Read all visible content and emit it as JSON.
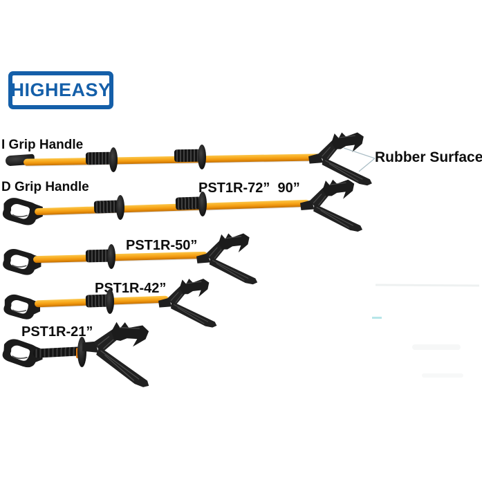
{
  "logo": {
    "text": "HIGHEASY",
    "color": "#145fa9"
  },
  "annotations": {
    "i_grip": "I Grip Handle",
    "d_grip": "D Grip Handle",
    "rubber_surface": "Rubber Surface"
  },
  "models": {
    "s72": "PST1R-72”  90”",
    "s50": "PST1R-50”",
    "s42": "PST1R-42”",
    "s21": "PST1R-21”"
  },
  "colors": {
    "logo_blue": "#145fa9",
    "pole_yellow": "#f6a71e",
    "handle_black": "#1e1e1e",
    "label_text": "#0d0d0d",
    "leader_line": "#a9bdc5"
  },
  "parts": {
    "head": "rubber-surface-hook-head",
    "i_grip_tip": "i-grip-end",
    "d_grip_loop": "d-grip-end",
    "mid_grip": "ribbed-hand-grip-with-guard-disc"
  }
}
